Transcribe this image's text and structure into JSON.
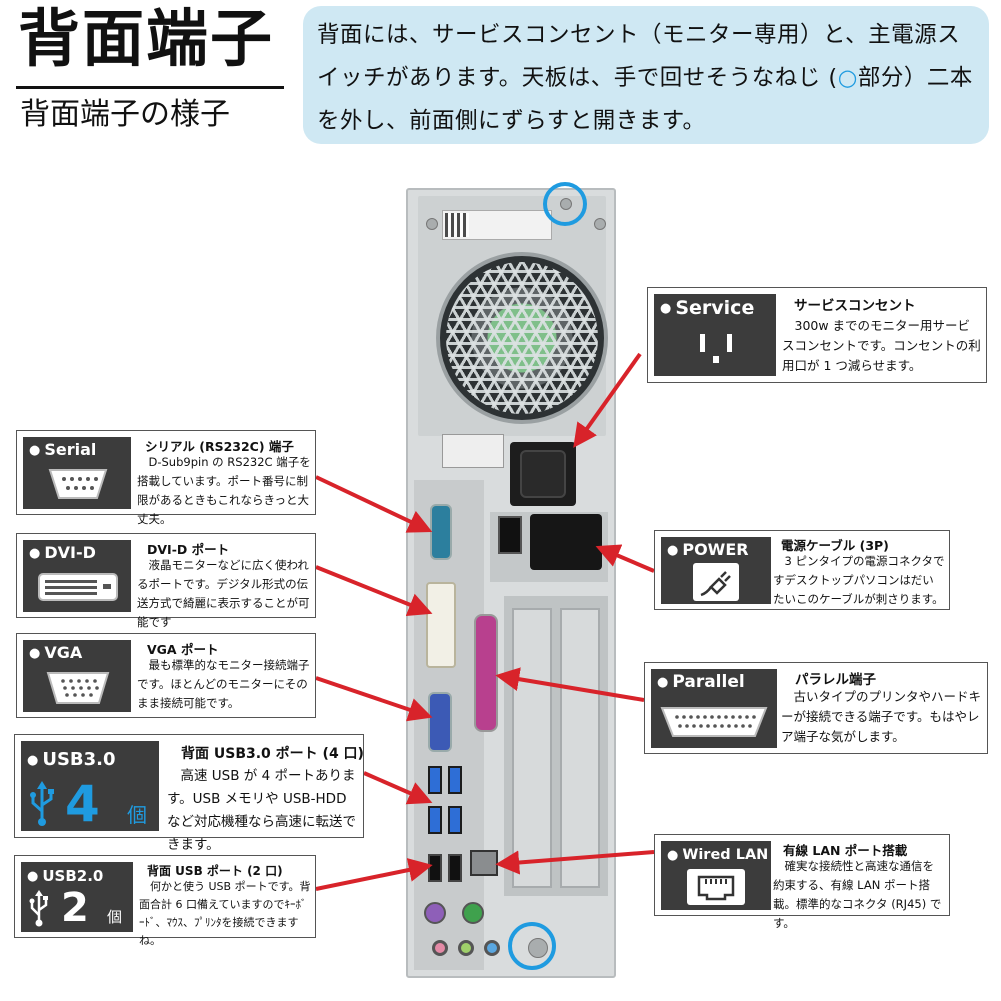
{
  "header": {
    "title": "背面端子",
    "subtitle": "背面端子の様子",
    "intro_before_mark": "背面には、サービスコンセント（モニター専用）と、主電源スイッチがあります。天板は、手で回せそうなねじ (",
    "intro_mark": "○",
    "intro_after_mark": "部分）二本を外し、前面側にずらすと開きます。"
  },
  "colors": {
    "intro_bg": "#cfe8f3",
    "accent_blue": "#1f9be0",
    "arrow_red": "#d8232a",
    "tag_dark": "#3c3c3c"
  },
  "callouts": {
    "service": {
      "tag": "Service",
      "icon": "outlet-icon",
      "title": "サービスコンセント",
      "body": "300w までのモニター用サービスコンセントです。コンセントの利用口が 1 つ減らせます。"
    },
    "serial": {
      "tag": "Serial",
      "icon": "serial-port-icon",
      "title": "シリアル (RS232C) 端子",
      "body": "D-Sub9pin の RS232C 端子を搭載しています。ポート番号に制限があるときもこれならきっと大丈夫。"
    },
    "dvi": {
      "tag": "DVI-D",
      "icon": "dvi-port-icon",
      "title": "DVI-D ポート",
      "body": "液晶モニターなどに広く使われるポートです。デジタル形式の伝送方式で綺麗に表示することが可能です"
    },
    "vga": {
      "tag": "VGA",
      "icon": "vga-port-icon",
      "title": "VGA ポート",
      "body": "最も標準的なモニター接続端子です。ほとんどのモニターにそのまま接続可能です。"
    },
    "usb3": {
      "tag": "USB3.0",
      "icon": "usb-icon",
      "count": "4",
      "unit": "個",
      "title": "背面 USB3.0 ポート (4 口)",
      "body": "高速 USB が 4 ポートあります。USB メモリや USB-HDD など対応機種なら高速に転送できます。"
    },
    "usb2": {
      "tag": "USB2.0",
      "icon": "usb-icon",
      "count": "2",
      "unit": "個",
      "title": "背面 USB ポート (2 口)",
      "body": "何かと使う USB ポートです。背面合計 6 口備えていますのでｷｰﾎﾞｰﾄﾞ、ﾏｳｽ、ﾌﾟﾘﾝﾀを接続できますね。"
    },
    "power": {
      "tag": "POWER",
      "icon": "power-plug-icon",
      "title": "電源ケーブル (3P)",
      "body": "3 ピンタイプの電源コネクタですデスクトップパソコンはだいたいこのケーブルが刺さります。"
    },
    "parallel": {
      "tag": "Parallel",
      "icon": "parallel-port-icon",
      "title": "パラレル端子",
      "body": "古いタイプのプリンタやハードキーが接続できる端子です。もはやレア端子な気がします。"
    },
    "lan": {
      "tag": "Wired LAN",
      "icon": "lan-port-icon",
      "title": "有線 LAN ポート搭載",
      "body": "確実な接続性と高速な通信を約束する、有線 LAN ポート搭載。標準的なコネクタ (RJ45) です。"
    }
  }
}
